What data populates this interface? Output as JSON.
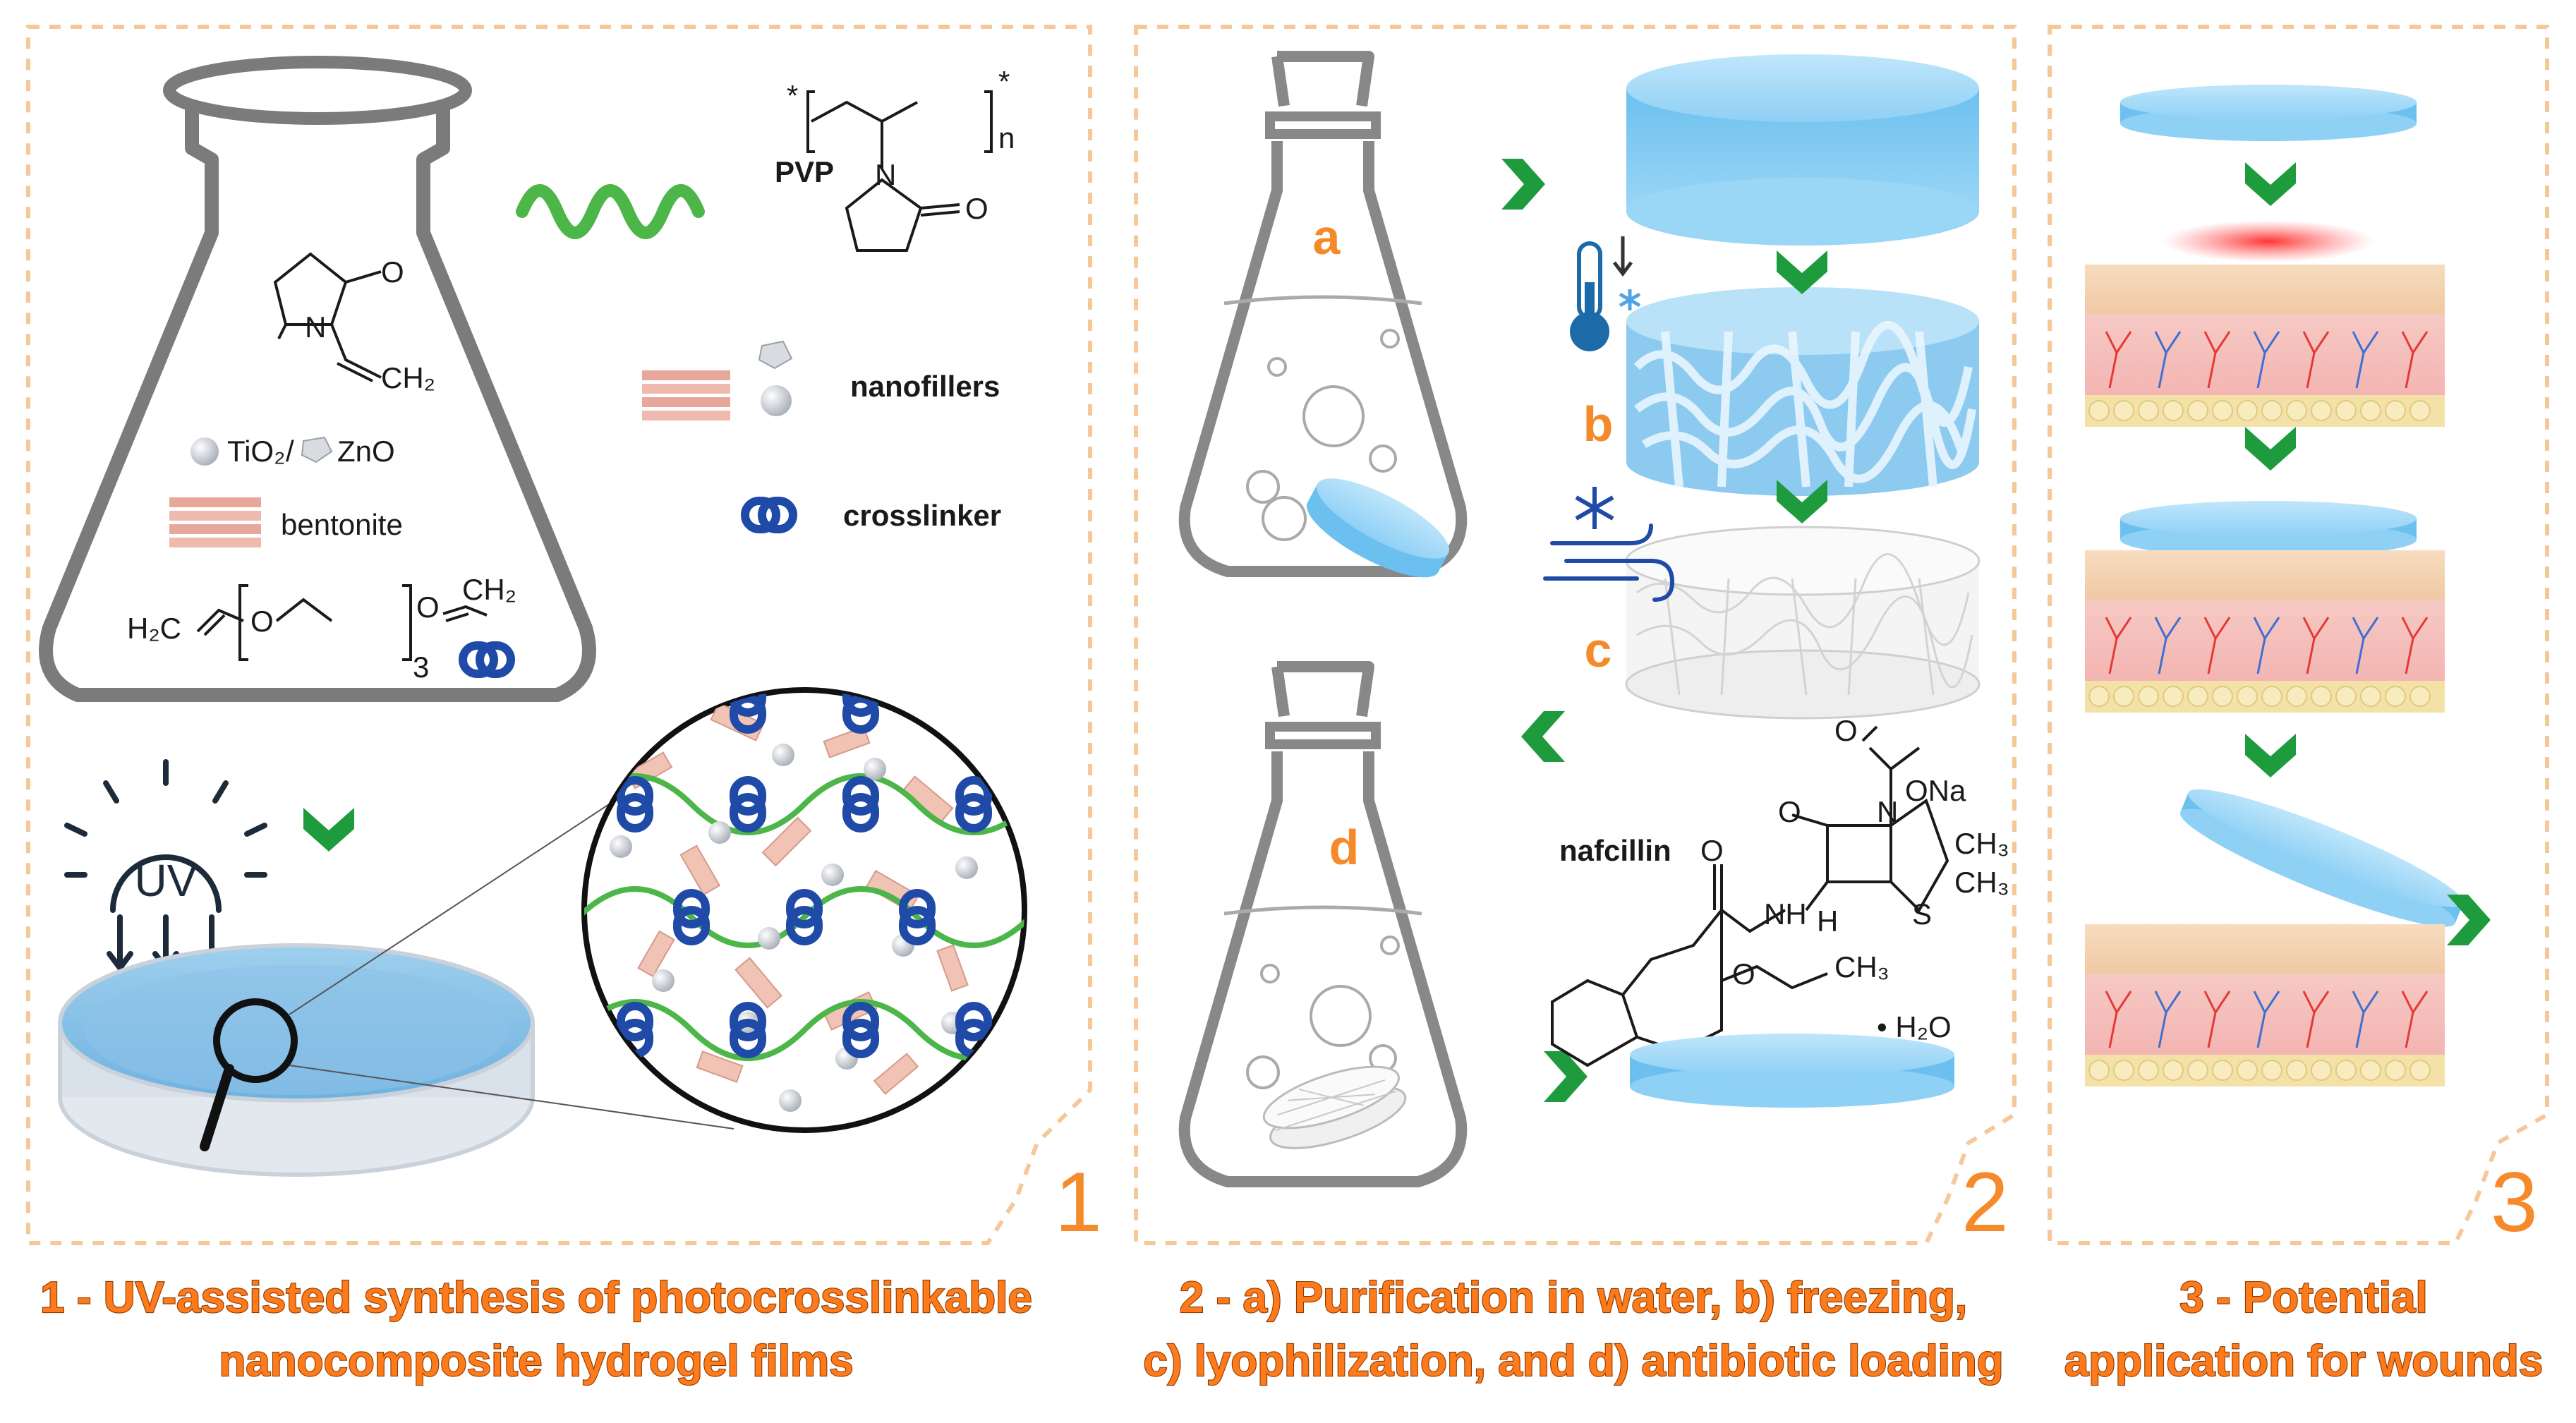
{
  "panels": [
    {
      "number": "1",
      "caption": [
        "1 - UV-assisted synthesis of photocrosslinkable",
        "nanocomposite hydrogel films"
      ],
      "labels": {
        "pvp": "PVP",
        "repeat_n": "n",
        "star": "*",
        "carbonyl_o": "O",
        "nitrogen": "N",
        "vinyl_ch2": "CH₂",
        "tio2": "TiO₂",
        "slash": "/",
        "zno": "ZnO",
        "bentonite": "bentonite",
        "nanofillers": "nanofillers",
        "crosslinker": "crosslinker",
        "peg_h2c": "H₂C",
        "peg_o1": "O",
        "peg_o2": "O",
        "peg_ch2": "CH₂",
        "peg_sub3": "3",
        "uv": "UV"
      }
    },
    {
      "number": "2",
      "caption": [
        "2 - a) Purification in water, b) freezing,",
        "c) lyophilization, and d) antibiotic loading"
      ],
      "steps": [
        "a",
        "b",
        "c",
        "d"
      ],
      "labels": {
        "nafcillin": "nafcillin",
        "coona": "ONa",
        "ch3_1": "CH₃",
        "ch3_2": "CH₃",
        "ch3_3": "CH₃",
        "h2o": "• H₂O",
        "n": "N",
        "s": "S",
        "nh": "NH",
        "h": "H",
        "o1": "O",
        "o2": "O",
        "o3": "O",
        "o4": "O"
      }
    },
    {
      "number": "3",
      "caption": [
        "3 - Potential",
        "application for wounds"
      ]
    }
  ],
  "colors": {
    "accent_orange": "#f58a2a",
    "dashed_border": "#f5c89a",
    "arrow_green": "#1e9b3c",
    "hydrogel_blue": "#8fd0f5",
    "link_blue": "#1f4aa8",
    "pvp_green": "#4cb648",
    "wound_red": "#e53935"
  },
  "icons": [
    "flask-icon",
    "uv-lamp-icon",
    "magnifier-icon",
    "thermometer-icon",
    "snowflake-icon",
    "wind-icon",
    "chain-link-icon",
    "chevron-arrow-icon"
  ]
}
